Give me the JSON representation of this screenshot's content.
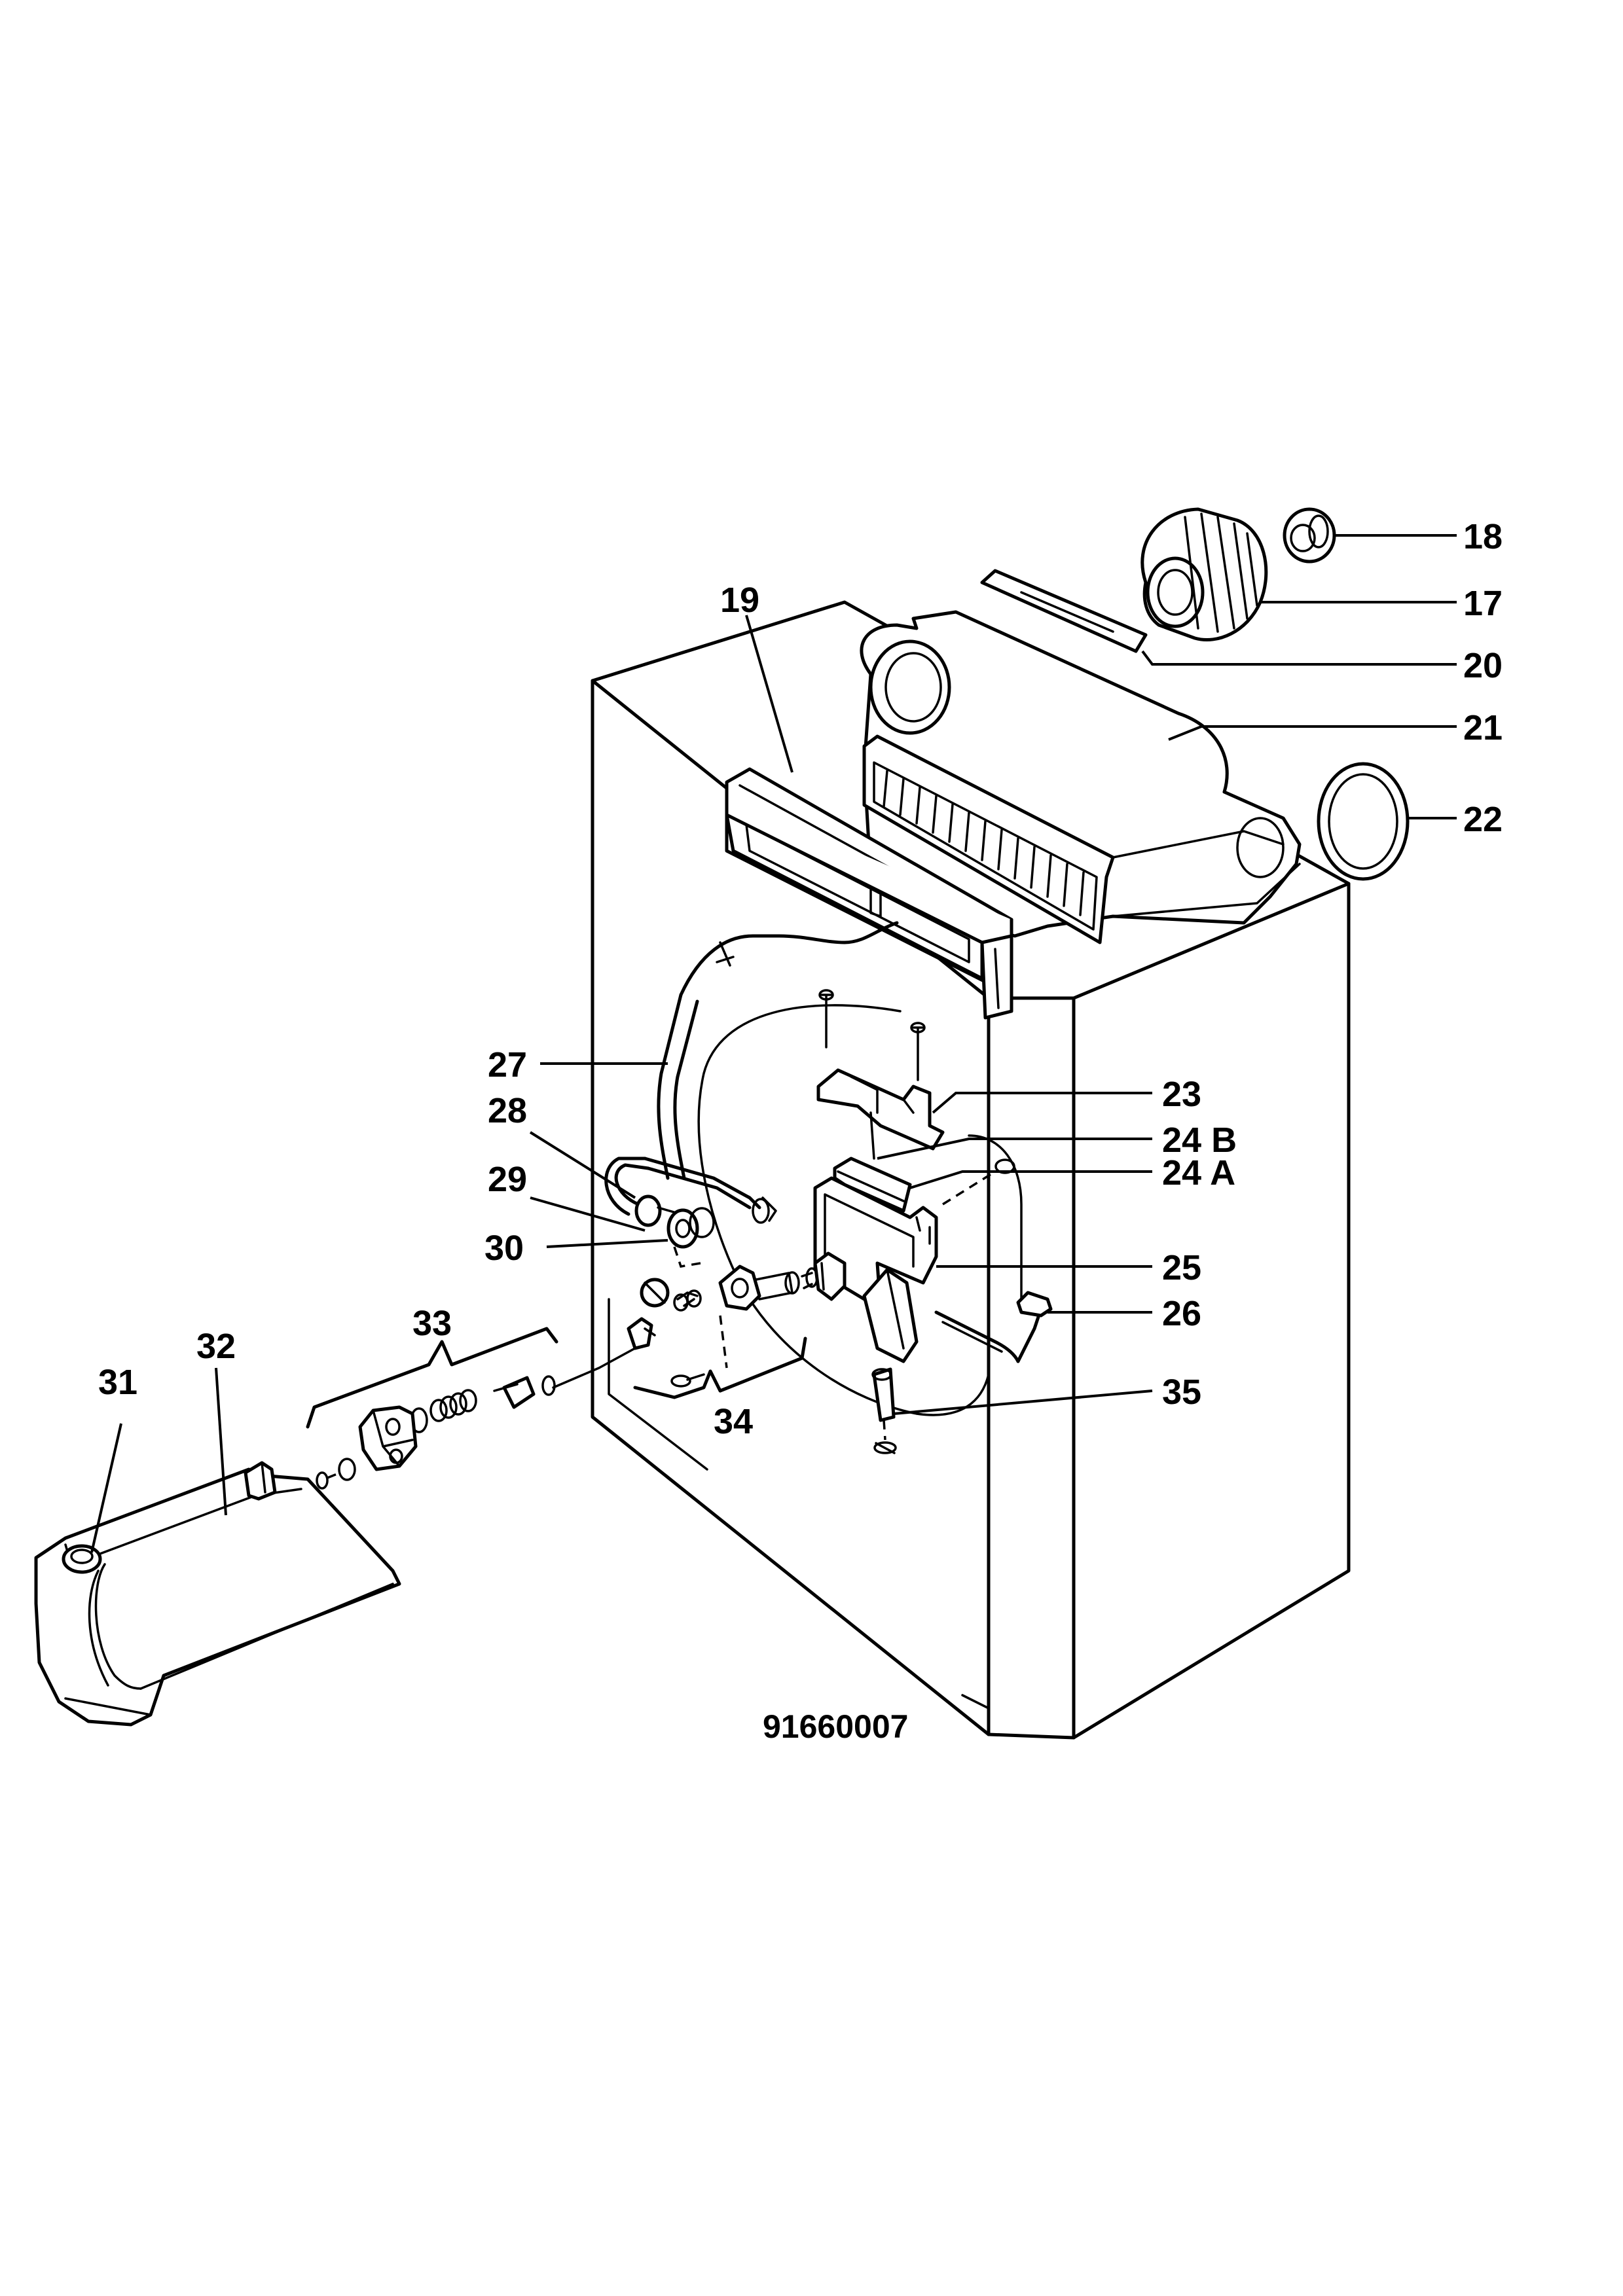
{
  "callouts": {
    "c17": "17",
    "c18": "18",
    "c19": "19",
    "c20": "20",
    "c21": "21",
    "c22": "22",
    "c23": "23",
    "c24b": "24 B",
    "c24a": "24 A",
    "c25": "25",
    "c26": "26",
    "c27": "27",
    "c28": "28",
    "c29": "29",
    "c30": "30",
    "c31": "31",
    "c32": "32",
    "c33": "33",
    "c34": "34",
    "c35": "35"
  },
  "drawing_number": "91660007"
}
